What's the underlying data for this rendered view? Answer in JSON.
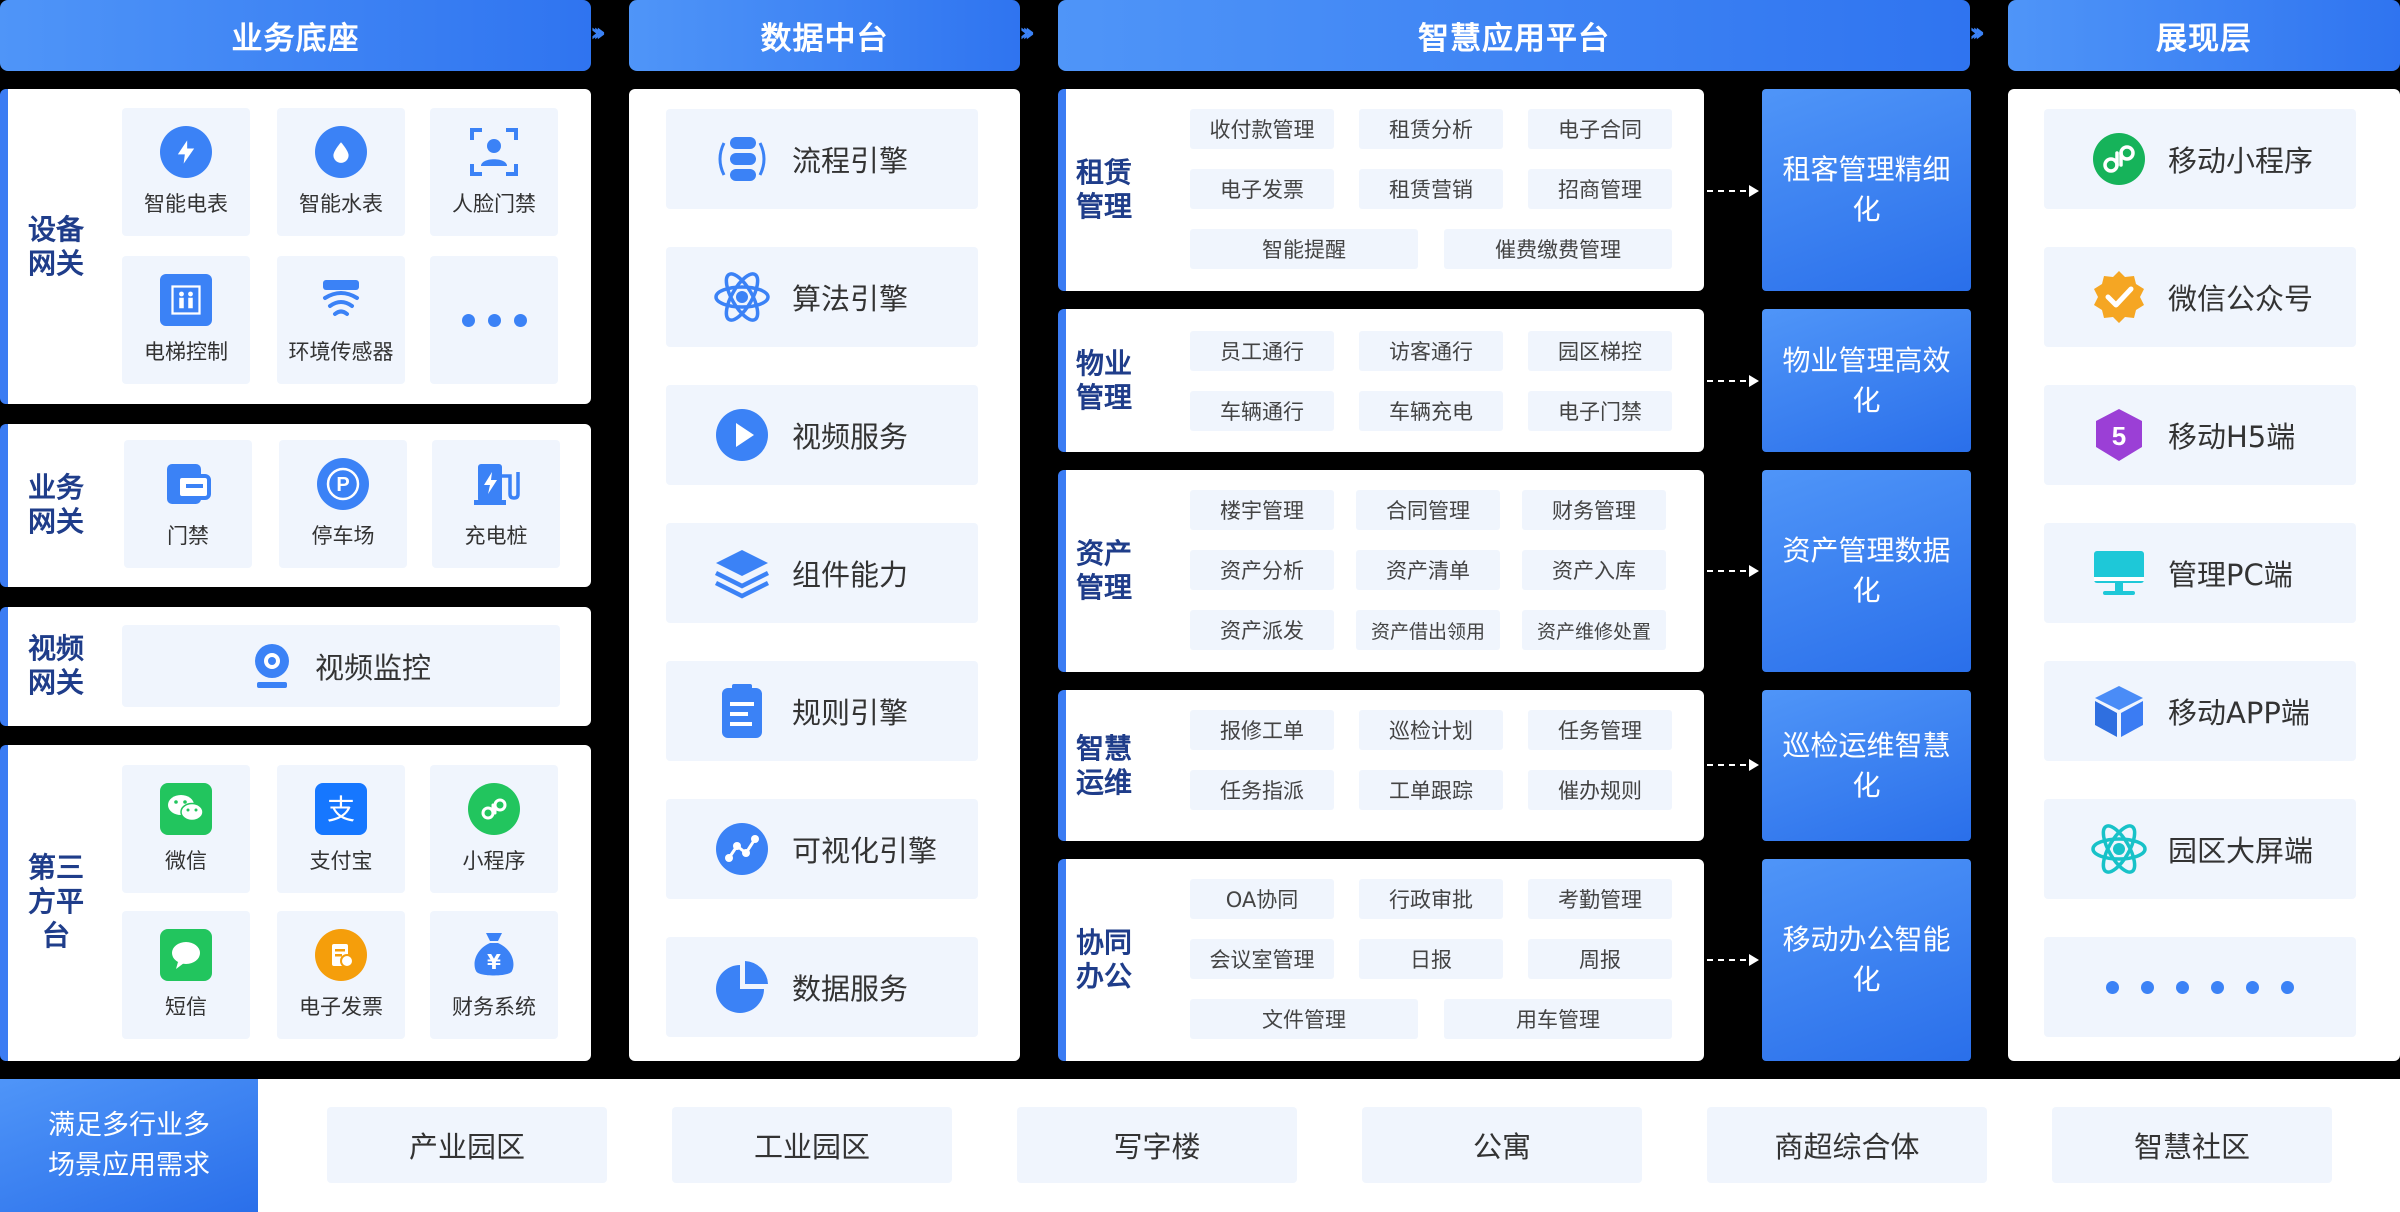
{
  "headers": {
    "h1": "业务底座",
    "h2": "数据中台",
    "h3": "智慧应用平台",
    "h4": "展现层"
  },
  "gateways": {
    "device": {
      "label": "设备\n网关",
      "items": [
        "智能电表",
        "智能水表",
        "人脸门禁",
        "电梯控制",
        "环境传感器"
      ]
    },
    "business": {
      "label": "业务\n网关",
      "items": [
        "门禁",
        "停车场",
        "充电桩"
      ]
    },
    "video": {
      "label": "视频\n网关",
      "items": [
        "视频监控"
      ]
    },
    "third": {
      "label": "第三\n方平\n台",
      "items": [
        "微信",
        "支付宝",
        "小程序",
        "短信",
        "电子发票",
        "财务系统"
      ]
    }
  },
  "engines": [
    "流程引擎",
    "算法引擎",
    "视频服务",
    "组件能力",
    "规则引擎",
    "可视化引擎",
    "数据服务"
  ],
  "apps": [
    {
      "label": "租赁\n管理",
      "chips": [
        "收付款管理",
        "租赁分析",
        "电子合同",
        "电子发票",
        "租赁营销",
        "招商管理",
        "智能提醒",
        "催费缴费管理"
      ],
      "result": "租客管理精细化"
    },
    {
      "label": "物业\n管理",
      "chips": [
        "员工通行",
        "访客通行",
        "园区梯控",
        "车辆通行",
        "车辆充电",
        "电子门禁"
      ],
      "result": "物业管理高效化"
    },
    {
      "label": "资产\n管理",
      "chips": [
        "楼宇管理",
        "合同管理",
        "财务管理",
        "资产分析",
        "资产清单",
        "资产入库",
        "资产派发",
        "资产借出领用",
        "资产维修处置"
      ],
      "result": "资产管理数据化"
    },
    {
      "label": "智慧\n运维",
      "chips": [
        "报修工单",
        "巡检计划",
        "任务管理",
        "任务指派",
        "工单跟踪",
        "催办规则"
      ],
      "result": "巡检运维智慧化"
    },
    {
      "label": "协同\n办公",
      "chips": [
        "OA协同",
        "行政审批",
        "考勤管理",
        "会议室管理",
        "日报",
        "周报",
        "文件管理",
        "用车管理"
      ],
      "result": "移动办公智能化"
    }
  ],
  "display": [
    "移动小程序",
    "微信公众号",
    "移动H5端",
    "管理PC端",
    "移动APP端",
    "园区大屏端"
  ],
  "footer": {
    "label": "满足多行业多场景应用需求",
    "scenes": [
      "产业园区",
      "工业园区",
      "写字楼",
      "公寓",
      "商超综合体",
      "智慧社区"
    ]
  },
  "icons": {
    "device": [
      "lightning-icon",
      "water-drop-icon",
      "face-scan-icon",
      "elevator-icon",
      "sensor-icon",
      "more-icon"
    ],
    "business": [
      "door-card-icon",
      "parking-icon",
      "charging-pile-icon"
    ],
    "video": [
      "camera-icon"
    ],
    "third": [
      "wechat-icon",
      "alipay-icon",
      "mini-program-icon",
      "sms-icon",
      "e-invoice-icon",
      "finance-icon"
    ],
    "engines": [
      "flow-engine-icon",
      "atom-icon",
      "play-icon",
      "layers-icon",
      "document-icon",
      "chart-nodes-icon",
      "pie-chart-icon"
    ],
    "display": [
      "mini-program-icon",
      "wechat-badge-icon",
      "html5-icon",
      "monitor-icon",
      "cube-icon",
      "atom-icon",
      "more-icon"
    ]
  },
  "colors": {
    "accent": "#3b7cf3",
    "header": "#4f95f8",
    "tile": "#f0f5fd",
    "label": "#1f3d8a"
  }
}
